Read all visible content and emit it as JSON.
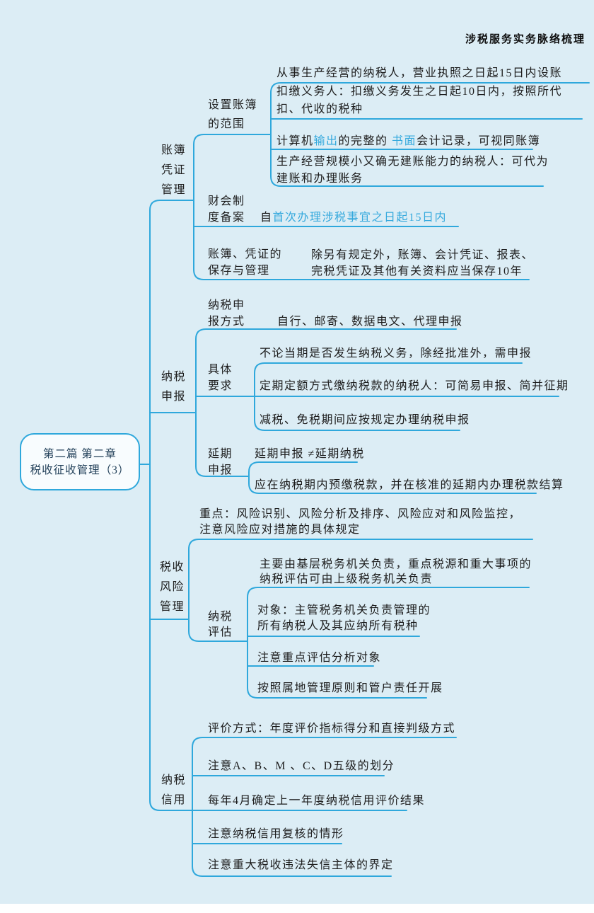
{
  "header": {
    "title": "涉税服务实务脉络梳理"
  },
  "colors": {
    "background": "#dcedf5",
    "line": "#2fa8dc",
    "text": "#1c1c1c",
    "highlight": "#35a9dd",
    "root_text": "#23415a",
    "root_fill": "#f8fcfe"
  },
  "root": {
    "lines": [
      "第二篇 第二章",
      "税收征收管理（3）"
    ]
  },
  "nodes": {
    "b1": {
      "lines": [
        "账簿",
        "凭证",
        "管理"
      ]
    },
    "b1_scope": {
      "lines": [
        "设置账簿",
        "的范围"
      ]
    },
    "b1_scope_l1": {
      "text": "从事生产经营的纳税人，营业执照之日起15日内设账"
    },
    "b1_scope_l2": {
      "lines": [
        "扣缴义务人：扣缴义务发生之日起10日内，按照所代",
        "扣、代收的税种"
      ]
    },
    "b1_scope_l3": {
      "pre": "计算机",
      "hl1": "输出",
      "mid": "的完整的 ",
      "hl2": "书面",
      "post": "会计记录，可视同账簿"
    },
    "b1_scope_l4": {
      "lines": [
        "生产经营规模小又确无建账能力的纳税人：可代为",
        "建账和办理账务"
      ]
    },
    "b1_filing": {
      "lines": [
        "财会制",
        "度备案"
      ]
    },
    "b1_filing_l1": {
      "pre": "自",
      "hl": "首次办理涉税事宜之日起15日内"
    },
    "b1_keep": {
      "lines": [
        "账簿、凭证的",
        "保存与管理"
      ]
    },
    "b1_keep_l1": {
      "lines": [
        "除另有规定外，账簿、会计凭证、报表、",
        "完税凭证及其他有关资料应当保存10年"
      ]
    },
    "b2": {
      "lines": [
        "纳税",
        "申报"
      ]
    },
    "b2_method": {
      "lines": [
        "纳税申",
        "报方式"
      ]
    },
    "b2_method_l1": {
      "text": "自行、邮寄、数据电文、代理申报"
    },
    "b2_req": {
      "lines": [
        "具体",
        "要求"
      ]
    },
    "b2_req_l1": {
      "text": "不论当期是否发生纳税义务，除经批准外，需申报"
    },
    "b2_req_l2": {
      "text": "定期定额方式缴纳税款的纳税人：可简易申报、简并征期"
    },
    "b2_req_l3": {
      "text": "减税、免税期间应按规定办理纳税申报"
    },
    "b2_delay": {
      "lines": [
        "延期",
        "申报"
      ]
    },
    "b2_delay_l1": {
      "text": "延期申报 ≠延期纳税"
    },
    "b2_delay_l2": {
      "text": "应在纳税期内预缴税款，并在核准的延期内办理税款结算"
    },
    "b3": {
      "lines": [
        "税收",
        "风险",
        "管理"
      ]
    },
    "b3_l1": {
      "lines": [
        "重点：风险识别、风险分析及排序、风险应对和风险监控，",
        "注意风险应对措施的具体规定"
      ]
    },
    "b3_eval": {
      "lines": [
        "纳税",
        "评估"
      ]
    },
    "b3_eval_l1": {
      "lines": [
        "主要由基层税务机关负责，重点税源和重大事项的",
        "纳税评估可由上级税务机关负责"
      ]
    },
    "b3_eval_l2": {
      "lines": [
        "对象：主管税务机关负责管理的",
        "所有纳税人及其应纳所有税种"
      ]
    },
    "b3_eval_l3": {
      "text": "注意重点评估分析对象"
    },
    "b3_eval_l4": {
      "text": "按照属地管理原则和管户责任开展"
    },
    "b4": {
      "lines": [
        "纳税",
        "信用"
      ]
    },
    "b4_l1": {
      "text": "评价方式：年度评价指标得分和直接判级方式"
    },
    "b4_l2": {
      "text": "注意A、B、M 、C、D五级的划分"
    },
    "b4_l3": {
      "text": "每年4月确定上一年度纳税信用评价结果"
    },
    "b4_l4": {
      "text": "注意纳税信用复核的情形"
    },
    "b4_l5": {
      "text": "注意重大税收违法失信主体的界定"
    }
  }
}
